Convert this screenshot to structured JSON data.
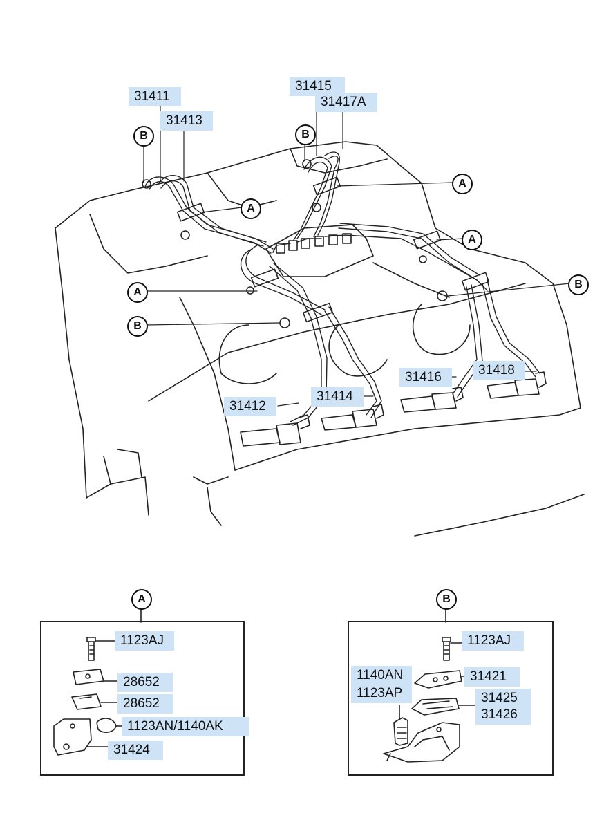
{
  "main_parts": [
    {
      "id": "p31411",
      "text": "31411"
    },
    {
      "id": "p31413",
      "text": "31413"
    },
    {
      "id": "p31415",
      "text": "31415"
    },
    {
      "id": "p31417A",
      "text": "31417A"
    },
    {
      "id": "p31412",
      "text": "31412"
    },
    {
      "id": "p31414",
      "text": "31414"
    },
    {
      "id": "p31416",
      "text": "31416"
    },
    {
      "id": "p31418",
      "text": "31418"
    }
  ],
  "callouts": {
    "a": "A",
    "b": "B"
  },
  "detail_a": {
    "title": "A",
    "parts": [
      "1123AJ",
      "28652",
      "28652",
      "1123AN/1140AK",
      "31424"
    ]
  },
  "detail_b": {
    "title": "B",
    "parts": [
      "1123AJ",
      "1140AN",
      "1123AP",
      "31421",
      "31425",
      "31426"
    ]
  }
}
